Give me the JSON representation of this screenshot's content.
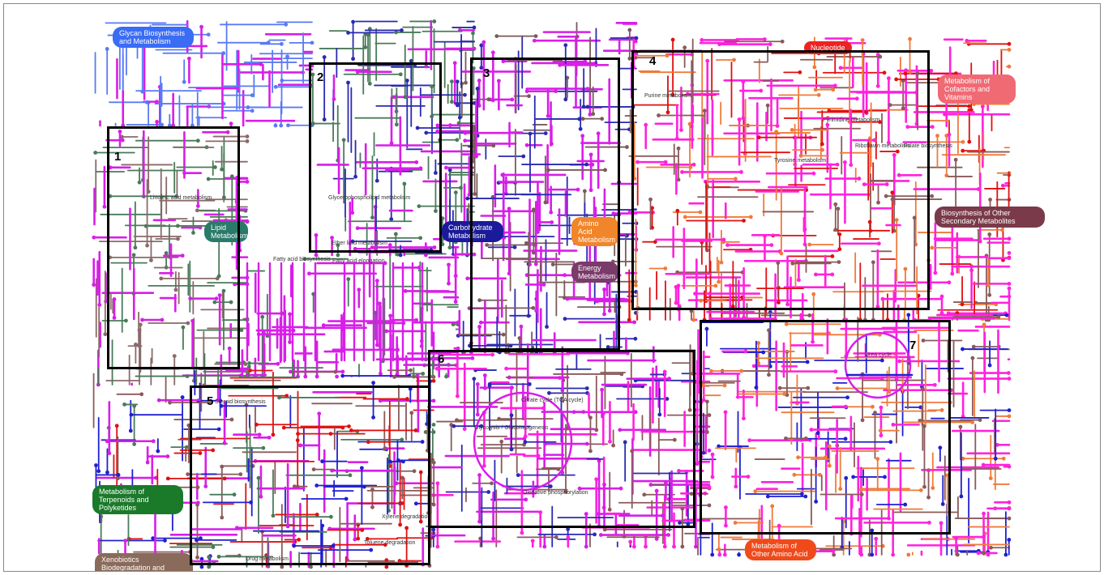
{
  "categories": [
    {
      "id": "glycan",
      "label": "Glycan Biosynthesis and Metabolism",
      "color": "#3a6cf4"
    },
    {
      "id": "nucleotide",
      "label": "Nucleotide",
      "color": "#ee2222"
    },
    {
      "id": "cofactors",
      "label": "Metabolism of Cofactors and Vitamins",
      "color": "#f06a74"
    },
    {
      "id": "lipid",
      "label": "Lipid Metabolism",
      "color": "#2a7a6a"
    },
    {
      "id": "carbohydrate",
      "label": "Carbohydrate Metabolism",
      "color": "#1a1a9a"
    },
    {
      "id": "aminoacid",
      "label": "Amino Acid Metabolism",
      "color": "#f0852a"
    },
    {
      "id": "energy",
      "label": "Energy Metabolism",
      "color": "#7a3a6a"
    },
    {
      "id": "secondary",
      "label": "Biosynthesis of Other Secondary Metabolites",
      "color": "#7a3a4a"
    },
    {
      "id": "terpenoids",
      "label": "Metabolism of Terpenoids and Polyketides",
      "color": "#1a7a2a"
    },
    {
      "id": "xenobiotics",
      "label": "Xenobiotics Biodegradation and Metabolism",
      "color": "#8a6a5a"
    },
    {
      "id": "otheramino",
      "label": "Metabolism of Other Amino Acid",
      "color": "#f04a1a"
    }
  ],
  "pathway_labels": [
    "Linoleic acid metabolism",
    "Fatty acid biosynthesis",
    "Fatty acid elongation",
    "Steroid biosynthesis",
    "Citrate cycle (TCA cycle)",
    "Glycolysis / Gluconeogenesis",
    "Urea cycle",
    "Tyrosine metabolism",
    "Purine metabolism",
    "Pyrimidine metabolism",
    "Drug metabolism",
    "Xylene degradation",
    "Toluene degradation",
    "Oxidative phosphorylation",
    "Folate biosynthesis",
    "Riboflavin metabolism",
    "Ether lipid metabolism",
    "Glycerophospholipid metabolism"
  ],
  "boxes": [
    {
      "num": "1"
    },
    {
      "num": "2"
    },
    {
      "num": "3"
    },
    {
      "num": "4"
    },
    {
      "num": "5"
    },
    {
      "num": "6"
    },
    {
      "num": "7"
    }
  ]
}
